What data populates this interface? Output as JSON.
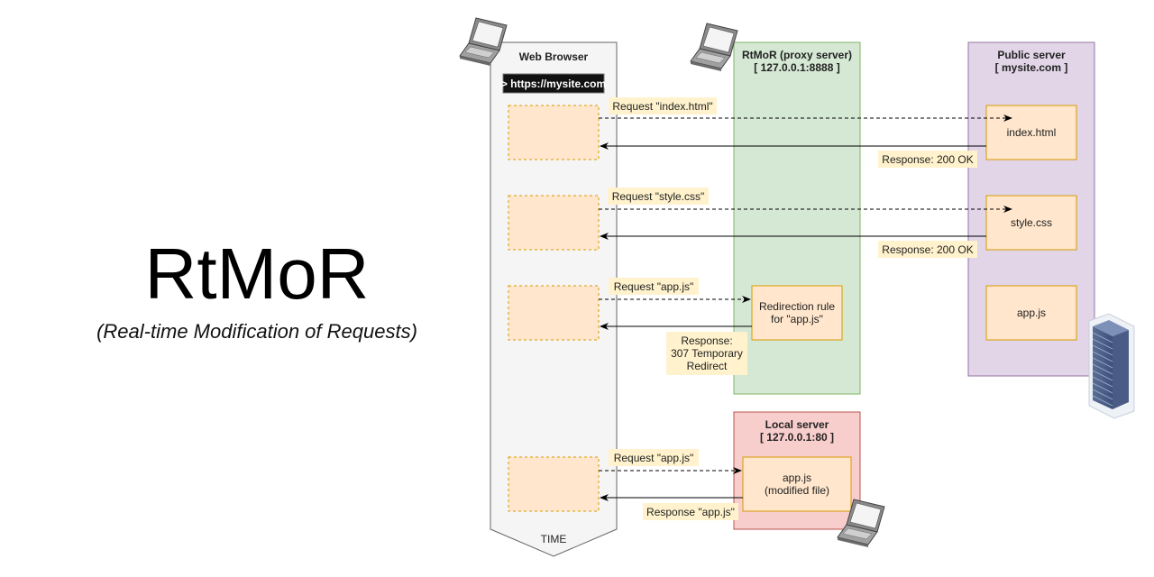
{
  "title": "RtMoR",
  "subtitle": "(Real-time Modification of Requests)",
  "lanes": {
    "browser": {
      "label": "Web Browser",
      "url": "> https://mysite.com",
      "footer": "TIME",
      "fill": "#f5f5f5",
      "stroke": "#666666"
    },
    "proxy": {
      "label_line1": "RtMoR (proxy server)",
      "label_line2": "[ 127.0.0.1:8888 ]",
      "fill": "#d5e8d4",
      "stroke": "#82b366"
    },
    "public": {
      "label_line1": "Public server",
      "label_line2": "[ mysite.com ]",
      "fill": "#e1d5e7",
      "stroke": "#9673a6"
    },
    "local": {
      "label_line1": "Local server",
      "label_line2": "[ 127.0.0.1:80 ]",
      "fill": "#f8cecc",
      "stroke": "#b85450"
    }
  },
  "resources": {
    "index": "index.html",
    "style": "style.css",
    "app": "app.js",
    "rule_line1": "Redirection rule",
    "rule_line2": "for \"app.js\"",
    "modified_line1": "app.js",
    "modified_line2": "(modified file)"
  },
  "messages": {
    "req_index": "Request \"index.html\"",
    "resp_index": "Response: 200 OK",
    "req_style": "Request \"style.css\"",
    "resp_style": "Response: 200 OK",
    "req_app1": "Request \"app.js\"",
    "resp_redirect_line1": "Response:",
    "resp_redirect_line2": "307 Temporary",
    "resp_redirect_line3": "Redirect",
    "req_app2": "Request \"app.js\"",
    "resp_app": "Response \"app.js\""
  },
  "colors": {
    "resource_fill": "#ffe6cc",
    "resource_stroke": "#d79b00",
    "label_bg": "#fff2cc"
  }
}
